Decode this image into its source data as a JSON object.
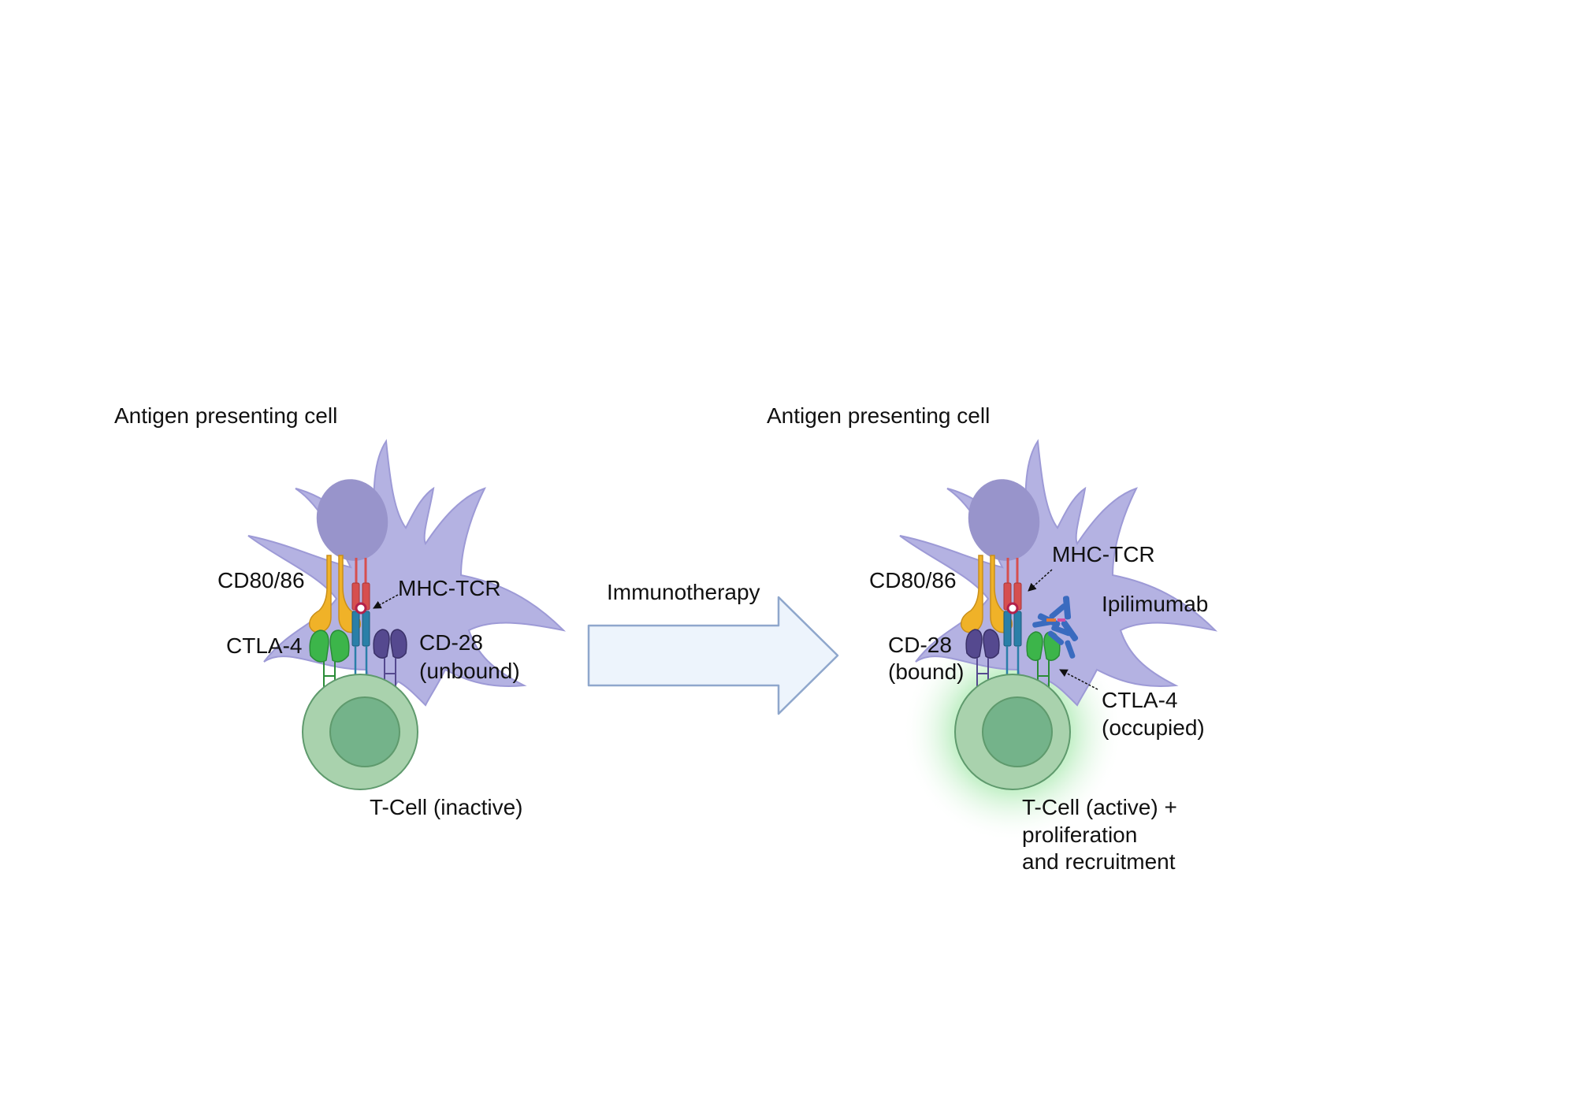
{
  "left_panel": {
    "apc_label": "Antigen presenting cell",
    "cd80_label": "CD80/86",
    "mhc_tcr_label": "MHC-TCR",
    "ctla4_label": "CTLA-4",
    "cd28_label_line1": "CD-28",
    "cd28_label_line2": "(unbound)",
    "tcell_label": "T-Cell (inactive)"
  },
  "arrow": {
    "label": "Immunotherapy"
  },
  "right_panel": {
    "apc_label": "Antigen presenting cell",
    "cd80_label": "CD80/86",
    "mhc_tcr_label": "MHC-TCR",
    "antibody_label": "Ipilimumab",
    "cd28_label_line1": "CD-28",
    "cd28_label_line2": "(bound)",
    "ctla4_label_line1": "CTLA-4",
    "ctla4_label_line2": "(occupied)",
    "tcell_label_line1": "T-Cell (active) +",
    "tcell_label_line2": "proliferation",
    "tcell_label_line3": "and recruitment"
  },
  "colors": {
    "apc_body": "#b4b2e2",
    "apc_nucleus": "#9894cb",
    "tcell_outer": "#a9d2ad",
    "tcell_inner": "#74b38a",
    "tcell_stroke": "#5f9a6d",
    "cd80": "#f0b228",
    "mhc": "#d64f4f",
    "tcr": "#2a7fa8",
    "ctla4": "#3cb54a",
    "cd28": "#55498f",
    "antibody": "#3a6bbf",
    "arrow_fill": "#edf4fc",
    "arrow_stroke": "#8fa7cc",
    "glow": "#7fdc8a"
  }
}
